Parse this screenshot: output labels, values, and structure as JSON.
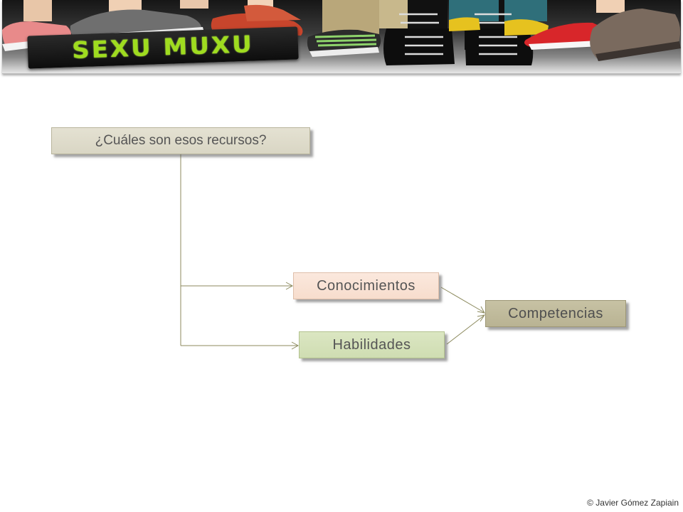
{
  "banner": {
    "logo_text": "SEXU MUXU"
  },
  "diagram": {
    "question": "¿Cuáles son esos recursos?",
    "node_conocimientos": "Conocimientos",
    "node_habilidades": "Habilidades",
    "node_competencias": "Competencias"
  },
  "footer": {
    "copyright": "© Javier Gómez Zapiain"
  },
  "colors": {
    "connector": "#8c8a5e",
    "logo_green": "#9fdc1f"
  }
}
